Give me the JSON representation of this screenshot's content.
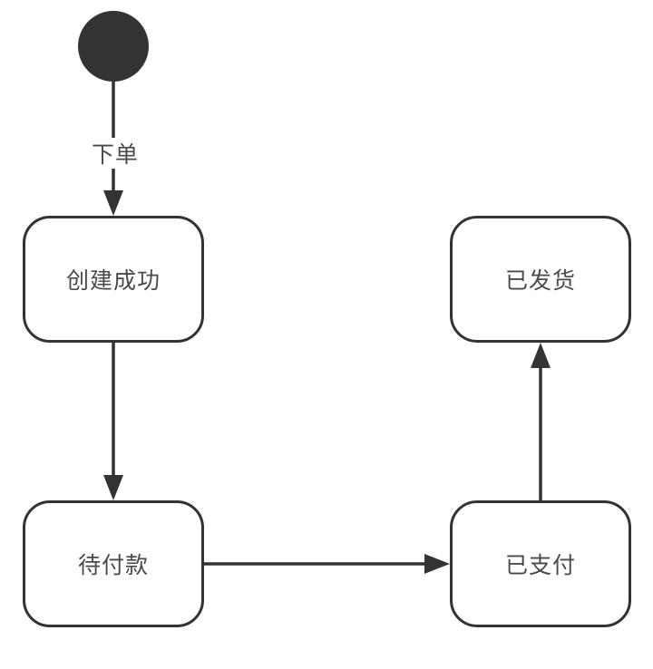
{
  "diagram": {
    "type": "state-diagram",
    "background_color": "#ffffff",
    "stroke_color": "#333333",
    "text_color": "#4a4a4a",
    "initial_state": {
      "shape": "filled-circle",
      "color": "#333333"
    },
    "nodes": [
      {
        "id": "created",
        "label": "创建成功"
      },
      {
        "id": "pending",
        "label": "待付款"
      },
      {
        "id": "paid",
        "label": "已支付"
      },
      {
        "id": "shipped",
        "label": "已发货"
      }
    ],
    "edges": [
      {
        "from": "initial",
        "to": "created",
        "label": "下单",
        "direction": "down"
      },
      {
        "from": "created",
        "to": "pending",
        "label": "",
        "direction": "down"
      },
      {
        "from": "pending",
        "to": "paid",
        "label": "",
        "direction": "right"
      },
      {
        "from": "paid",
        "to": "shipped",
        "label": "",
        "direction": "up"
      }
    ]
  }
}
